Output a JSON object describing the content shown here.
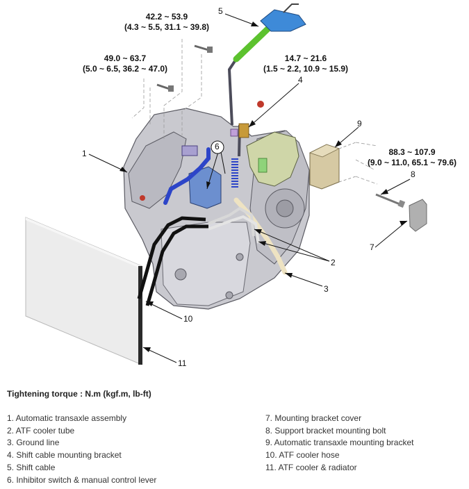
{
  "torque_specs": {
    "spec_a": {
      "value": "42.2 ~ 53.9",
      "alt": "(4.3 ~ 5.5, 31.1 ~ 39.8)"
    },
    "spec_b": {
      "value": "49.0 ~ 63.7",
      "alt": "(5.0 ~ 6.5, 36.2 ~ 47.0)"
    },
    "spec_c": {
      "value": "14.7 ~ 21.6",
      "alt": "(1.5 ~ 2.2, 10.9 ~ 15.9)"
    },
    "spec_d": {
      "value": "88.3 ~ 107.9",
      "alt": "(9.0 ~ 11.0, 65.1 ~ 79.6)"
    }
  },
  "callouts": [
    "1",
    "2",
    "3",
    "4",
    "5",
    "6",
    "7",
    "8",
    "9",
    "10",
    "11"
  ],
  "legend": {
    "title": "Tightening torque : N.m (kgf.m, lb-ft)",
    "left": [
      "1. Automatic transaxle assembly",
      "2. ATF cooler tube",
      "3. Ground line",
      "4. Shift cable mounting bracket",
      "5. Shift cable",
      "6. Inhibitor switch & manual control lever"
    ],
    "right": [
      "7. Mounting bracket cover",
      "8. Support bracket mounting bolt",
      "9. Automatic transaxle mounting bracket",
      "10. ATF cooler hose",
      "11. ATF cooler & radiator"
    ]
  },
  "colors": {
    "housing": "#c9c9cf",
    "housing_dark": "#8e8e96",
    "bracket_green": "#cfd6a8",
    "shift_cable_green": "#5cc22e",
    "cooler_blue": "#2d45c8",
    "cover_grey": "#b0b0b0"
  }
}
